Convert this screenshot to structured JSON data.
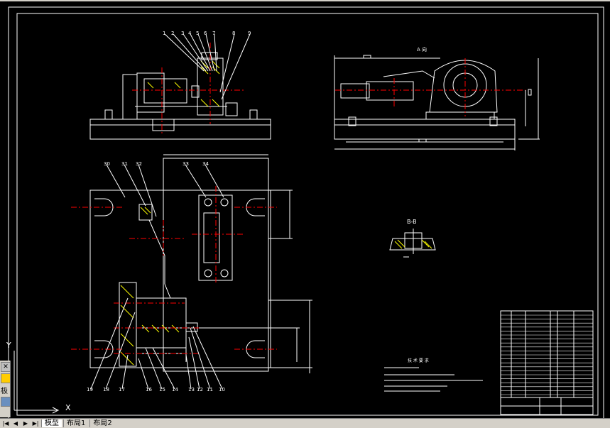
{
  "drawing": {
    "part_numbers_top": [
      "1",
      "2",
      "3",
      "4",
      "5",
      "6",
      "7",
      "8",
      "9"
    ],
    "part_numbers_plan_top": [
      "30",
      "31",
      "32",
      "33",
      "34"
    ],
    "part_numbers_bottom": [
      "19",
      "18",
      "17",
      "16",
      "15",
      "14",
      "13",
      "12",
      "11",
      "10"
    ],
    "section_label": "B-B",
    "view_label": "A 向",
    "notes_title": "技 术 要 求"
  },
  "ucs": {
    "y_label": "Y",
    "x_label": "X"
  },
  "toolstrip": {
    "close_glyph": "✕",
    "label": "极"
  },
  "tabs": {
    "nav_first": "|◀",
    "nav_prev": "◀",
    "nav_next": "▶",
    "nav_last": "▶|",
    "items": [
      "模型",
      "布局1",
      "布局2"
    ]
  },
  "colors": {
    "background": "#000000",
    "line": "#ffffff",
    "center": "#ff0000",
    "hatch": "#ffff00"
  }
}
